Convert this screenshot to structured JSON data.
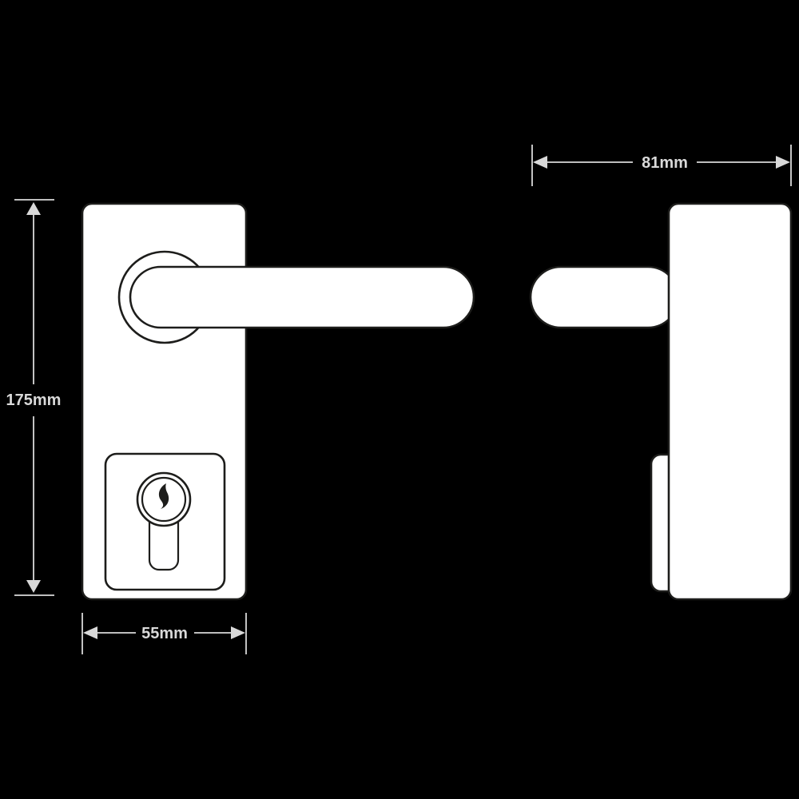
{
  "colors": {
    "background": "#000000",
    "shape-fill": "#ffffff",
    "outline": "#1d1d1b",
    "dimension": "#d9d9d9"
  },
  "icons": {
    "keyway-icon": "comma-shaped euro cylinder keyway slot"
  },
  "dimensions": {
    "height": {
      "label": "175mm"
    },
    "width": {
      "label": "55mm"
    },
    "depth": {
      "label": "81mm"
    }
  }
}
